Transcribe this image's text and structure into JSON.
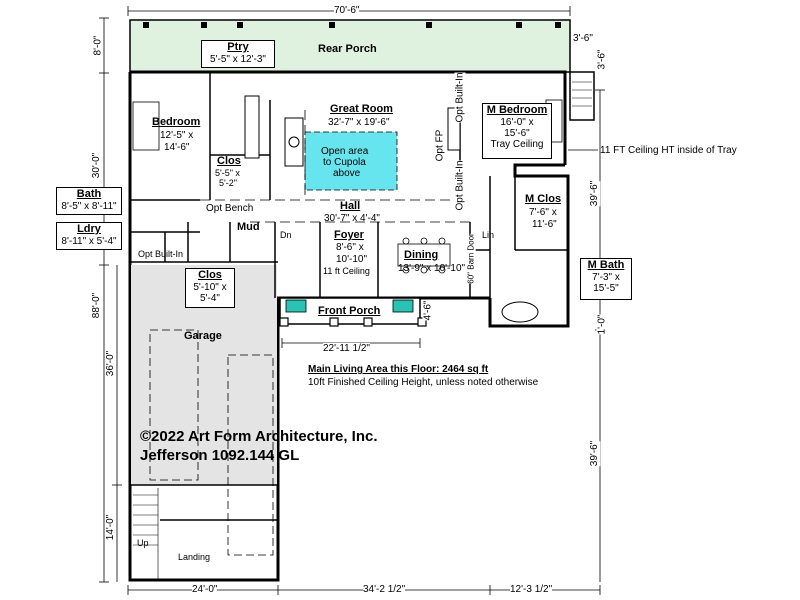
{
  "title": {
    "copyright": "©2022 Art Form Architecture, Inc.",
    "plan_name": "Jefferson 1092.144 GL"
  },
  "notes": {
    "main_area": "Main Living Area this Floor: 2464 sq ft",
    "ceiling": "10ft Finished Ceiling Height, unless noted otherwise",
    "tray": "11 FT Ceiling HT inside of Tray"
  },
  "rooms": {
    "rear_porch": "Rear Porch",
    "ptry": {
      "name": "Ptry",
      "size": "5'-5\" x 12'-3\""
    },
    "bedroom": {
      "name": "Bedroom",
      "size1": "12'-5\" x",
      "size2": "14'-6\""
    },
    "great_room": {
      "name": "Great Room",
      "size": "32'-7\" x 19'-6\""
    },
    "cupola": {
      "l1": "Open area",
      "l2": "to Cupola",
      "l3": "above"
    },
    "clos_small": {
      "name": "Clos",
      "size1": "5'-5\" x",
      "size2": "5'-2\""
    },
    "m_bedroom": {
      "name": "M Bedroom",
      "size1": "16'-0\" x",
      "size2": "15'-6\"",
      "ceiling": "Tray Ceiling"
    },
    "opt_built_in_1": "Opt Built-In",
    "opt_fp": "Opt FP",
    "opt_built_in_2": "Opt Built-In",
    "bath": {
      "name": "Bath",
      "size": "8'-5\" x 8'-11\""
    },
    "ldry": {
      "name": "Ldry",
      "size": "8'-11\" x 5'-4\""
    },
    "opt_bench": "Opt Bench",
    "opt_built_in_3": "Opt Built-In",
    "hall": {
      "name": "Hall",
      "size": "30'-7\" x 4'-4\""
    },
    "m_clos": {
      "name": "M Clos",
      "size1": "7'-6\" x",
      "size2": "11'-6\""
    },
    "mud": "Mud",
    "dn": "Dn",
    "foyer": {
      "name": "Foyer",
      "size1": "8'-6\" x",
      "size2": "10'-10\"",
      "ceiling": "11 ft Ceiling"
    },
    "dining": {
      "name": "Dining",
      "size": "13'-9\" x 10'-10\""
    },
    "barn_door": "60\" Barn Door",
    "lin": "Lin",
    "m_bath": {
      "name": "M Bath",
      "size1": "7'-3\" x",
      "size2": "15'-5\""
    },
    "clos_garage": {
      "name": "Clos",
      "size1": "5'-10\" x",
      "size2": "5'-4\""
    },
    "garage": "Garage",
    "front_porch": "Front Porch",
    "up": "Up",
    "landing": "Landing"
  },
  "dimensions": {
    "top": "70'-6\"",
    "left_8": "8'-0\"",
    "left_30": "30'-0\"",
    "left_88": "88'-0\"",
    "left_36": "36'-0\"",
    "left_14": "14'-0\"",
    "right_3_6_h": "3'-6\"",
    "right_3_6_v": "3'-6\"",
    "right_39_6_a": "39'-6\"",
    "right_39_6_b": "39'-6\"",
    "right_1_0": "1'-0\"",
    "porch_width": "22'-11 1/2\"",
    "porch_depth": "4'-6\"",
    "bottom_24": "24'-0\"",
    "bottom_34": "34'-2 1/2\"",
    "bottom_12": "12'-3 1/2\""
  },
  "colors": {
    "porch_fill": "#dff2df",
    "cupola_fill": "#66e5ee",
    "garage_fill": "#e4e4e4",
    "window_fill": "#28c3b4"
  }
}
